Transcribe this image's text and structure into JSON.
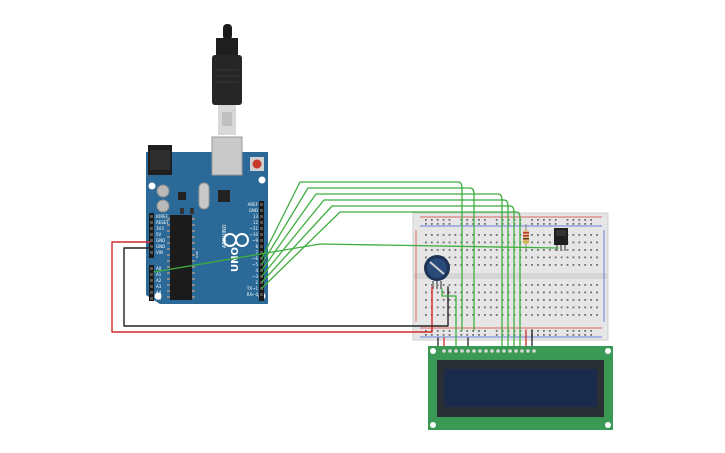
{
  "arduino": {
    "brand": "ARDUINO",
    "model": "UNO",
    "aref": "AREF",
    "gnd": "GND",
    "power": [
      "IOREF",
      "RESET",
      "3V3",
      "5V",
      "GND",
      "GND",
      "VIN"
    ],
    "analog": [
      "A0",
      "A1",
      "A2",
      "A3",
      "A4",
      "A5"
    ],
    "digital": [
      "13",
      "12",
      "~11",
      "~10",
      "~9",
      "8",
      "7",
      "~6",
      "~5",
      "4",
      "~3",
      "2",
      "TX→1",
      "RX←0"
    ],
    "icsp": "ICSP"
  },
  "colors": {
    "board": "#2b6a98",
    "wire_green": "#3fae3f",
    "wire_red": "#d42a2a",
    "wire_black": "#222222",
    "lcd_pcb": "#3a9a55",
    "lcd_screen": "#1a2a4a",
    "breadboard": "#e6e6e6"
  }
}
